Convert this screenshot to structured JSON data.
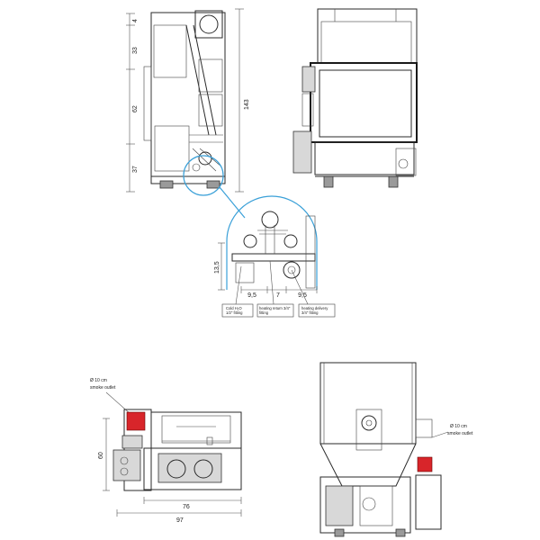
{
  "side_view": {
    "dims": {
      "d_top": "4",
      "d_1": "33",
      "d_2": "62",
      "d_3": "37",
      "d_total": "143"
    }
  },
  "detail": {
    "dim_vertical": "13,5",
    "dims_bottom": [
      "9,5",
      "7",
      "9,5"
    ],
    "tags": [
      {
        "line1": "Cold H₂O",
        "line2": "1/2\" fitting"
      },
      {
        "line1": "heating return 3/4\"",
        "line2": "fitting"
      },
      {
        "line1": "heating delivery",
        "line2": "3/4\" fitting"
      }
    ]
  },
  "top_view": {
    "smoke_outlet": {
      "line1": "Ø 10 cm",
      "line2": "smoke outlet"
    },
    "dim_depth": "60",
    "dim_width_inner": "76",
    "dim_width_outer": "97"
  },
  "rear_view": {
    "smoke_outlet": {
      "line1": "Ø 10 cm",
      "line2": "smoke outlet"
    }
  },
  "colors": {
    "smoke_outlet": "#d8252a",
    "zoom_callout": "#3aa0d8"
  }
}
